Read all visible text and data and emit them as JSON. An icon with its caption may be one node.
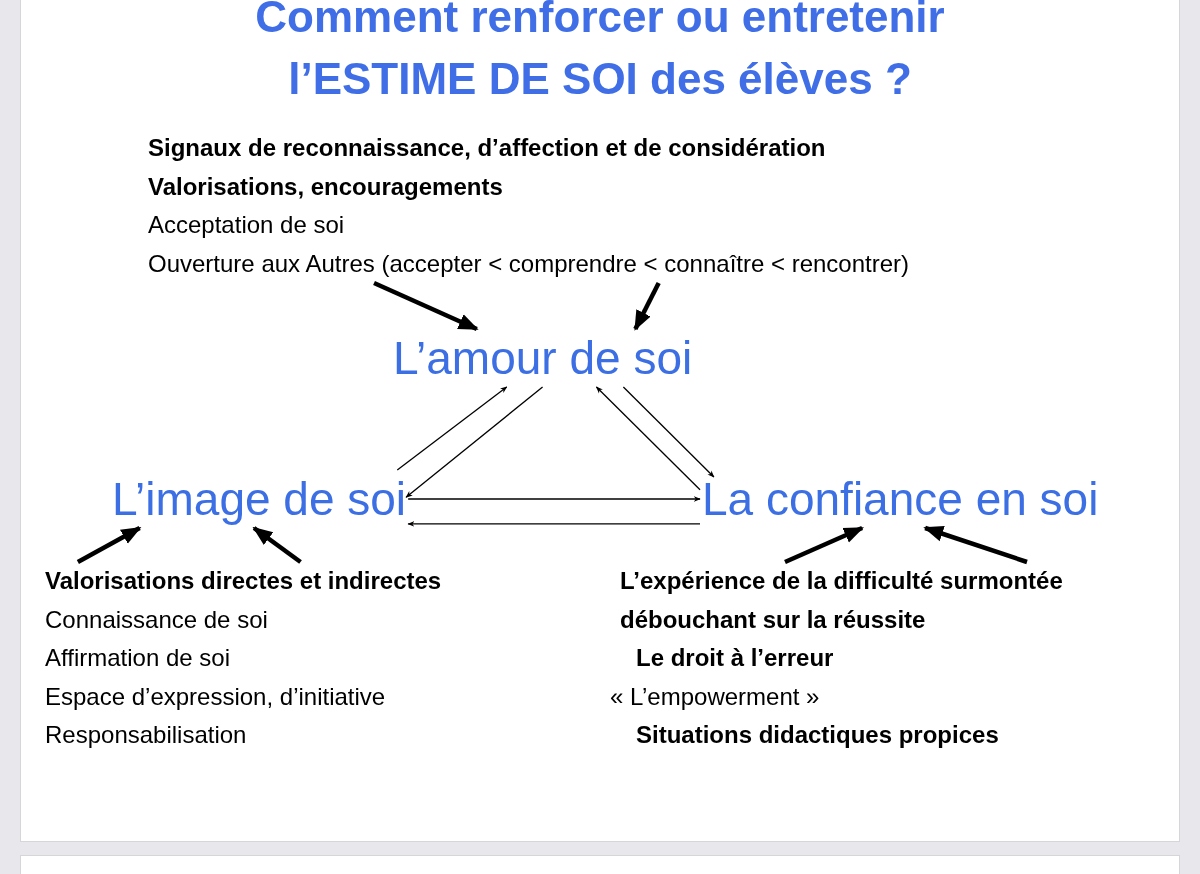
{
  "diagram": {
    "title": "Comment renforcer ou entretenir l’ESTIME DE SOI des élèves ?",
    "nodes": [
      {
        "text": [
          "Signaux de reconnaissance, d’affection et de considération",
          "Valorisations, encouragements",
          "Acceptation de soi",
          "Ouverture aux Autres (accepter < comprendre < connaître < rencontrer)"
        ]
      },
      {
        "text": [
          "L’amour de soi"
        ]
      },
      {
        "text": [
          "L’image de soi"
        ]
      },
      {
        "text": [
          "La confiance en soi"
        ]
      },
      {
        "text": [
          "Valorisations directes et indirectes",
          "Connaissance de soi",
          "Affirmation de soi",
          "Espace d’expression, d’initiative",
          "Responsabilisation"
        ]
      },
      {
        "text": [
          "L’expérience de la difficulté surmontée débouchant sur la réussite",
          "Le droit à l’erreur",
          "« L’empowerment »",
          "Situations didactiques propices"
        ]
      }
    ],
    "edges": [
      {
        "from": 0,
        "to": 1,
        "arrow": "to",
        "style": "thick"
      },
      {
        "from": 0,
        "to": 1,
        "arrow": "to",
        "style": "thick"
      },
      {
        "from": 2,
        "to": 1,
        "arrow": "to"
      },
      {
        "from": 1,
        "to": 2,
        "arrow": "to"
      },
      {
        "from": 3,
        "to": 1,
        "arrow": "to"
      },
      {
        "from": 1,
        "to": 3,
        "arrow": "to"
      },
      {
        "from": 2,
        "to": 3,
        "arrow": "to"
      },
      {
        "from": 3,
        "to": 2,
        "arrow": "to"
      },
      {
        "from": 4,
        "to": 2,
        "arrow": "to",
        "style": "thick"
      },
      {
        "from": 4,
        "to": 2,
        "arrow": "to",
        "style": "thick"
      },
      {
        "from": 5,
        "to": 3,
        "arrow": "to",
        "style": "thick"
      },
      {
        "from": 5,
        "to": 3,
        "arrow": "to",
        "style": "thick"
      }
    ]
  }
}
